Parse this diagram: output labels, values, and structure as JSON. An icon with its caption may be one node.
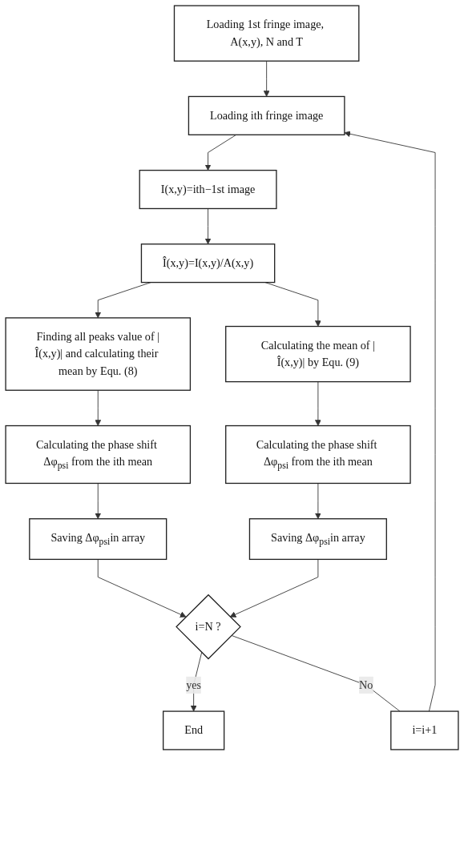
{
  "diagram": {
    "nodes": [
      {
        "text": [
          "Loading 1st fringe image, A(x,y), N and T"
        ]
      },
      {
        "text": [
          "Loading ith fringe image"
        ]
      },
      {
        "text": [
          "I(x,y)=ith−1st image"
        ]
      },
      {
        "text": [
          "Î(x,y)=I(x,y)/A(x,y)"
        ]
      },
      {
        "text": [
          "i=i+1"
        ]
      },
      {
        "text": [
          "Finding all peaks value of |Î(x,y)| and calculating their mean by Equ. (8)"
        ]
      },
      {
        "text": [
          "Calculating the mean of |Î(x,y)| by Equ. (9)"
        ]
      },
      {
        "text": [
          "Calculating the phase shift Δφ$_{psi}$ from the ith mean"
        ]
      },
      {
        "text": [
          "Calculating the phase shift Δφ$_{psi}$ from the ith mean"
        ]
      },
      {
        "text": [
          "Saving Δφ$_{psi}$in array"
        ]
      },
      {
        "text": [
          "Saving Δφ$_{psi}$in array"
        ]
      },
      {
        "text": [
          "i=N ?"
        ]
      },
      {
        "text": [
          "End"
        ]
      }
    ],
    "edges": [
      {
        "from": 0,
        "to": 1,
        "arrow": "to"
      },
      {
        "from": 1,
        "to": 2,
        "arrow": "to"
      },
      {
        "from": 2,
        "to": 3,
        "arrow": "to"
      },
      {
        "from": 3,
        "to": 5,
        "arrow": "to"
      },
      {
        "from": 3,
        "to": 6,
        "arrow": "to"
      },
      {
        "from": 5,
        "to": 7,
        "arrow": "to"
      },
      {
        "from": 6,
        "to": 8,
        "arrow": "to"
      },
      {
        "from": 7,
        "to": 9,
        "arrow": "to"
      },
      {
        "from": 8,
        "to": 10,
        "arrow": "to"
      },
      {
        "from": 9,
        "to": 11,
        "arrow": "to"
      },
      {
        "from": 10,
        "to": 11,
        "arrow": "to"
      },
      {
        "from": 11,
        "to": 12,
        "arrow": "to",
        "label": "yes"
      },
      {
        "from": 11,
        "to": 4,
        "arrow": "none",
        "label": "No"
      },
      {
        "from": 4,
        "to": 1,
        "arrow": "to"
      }
    ]
  }
}
